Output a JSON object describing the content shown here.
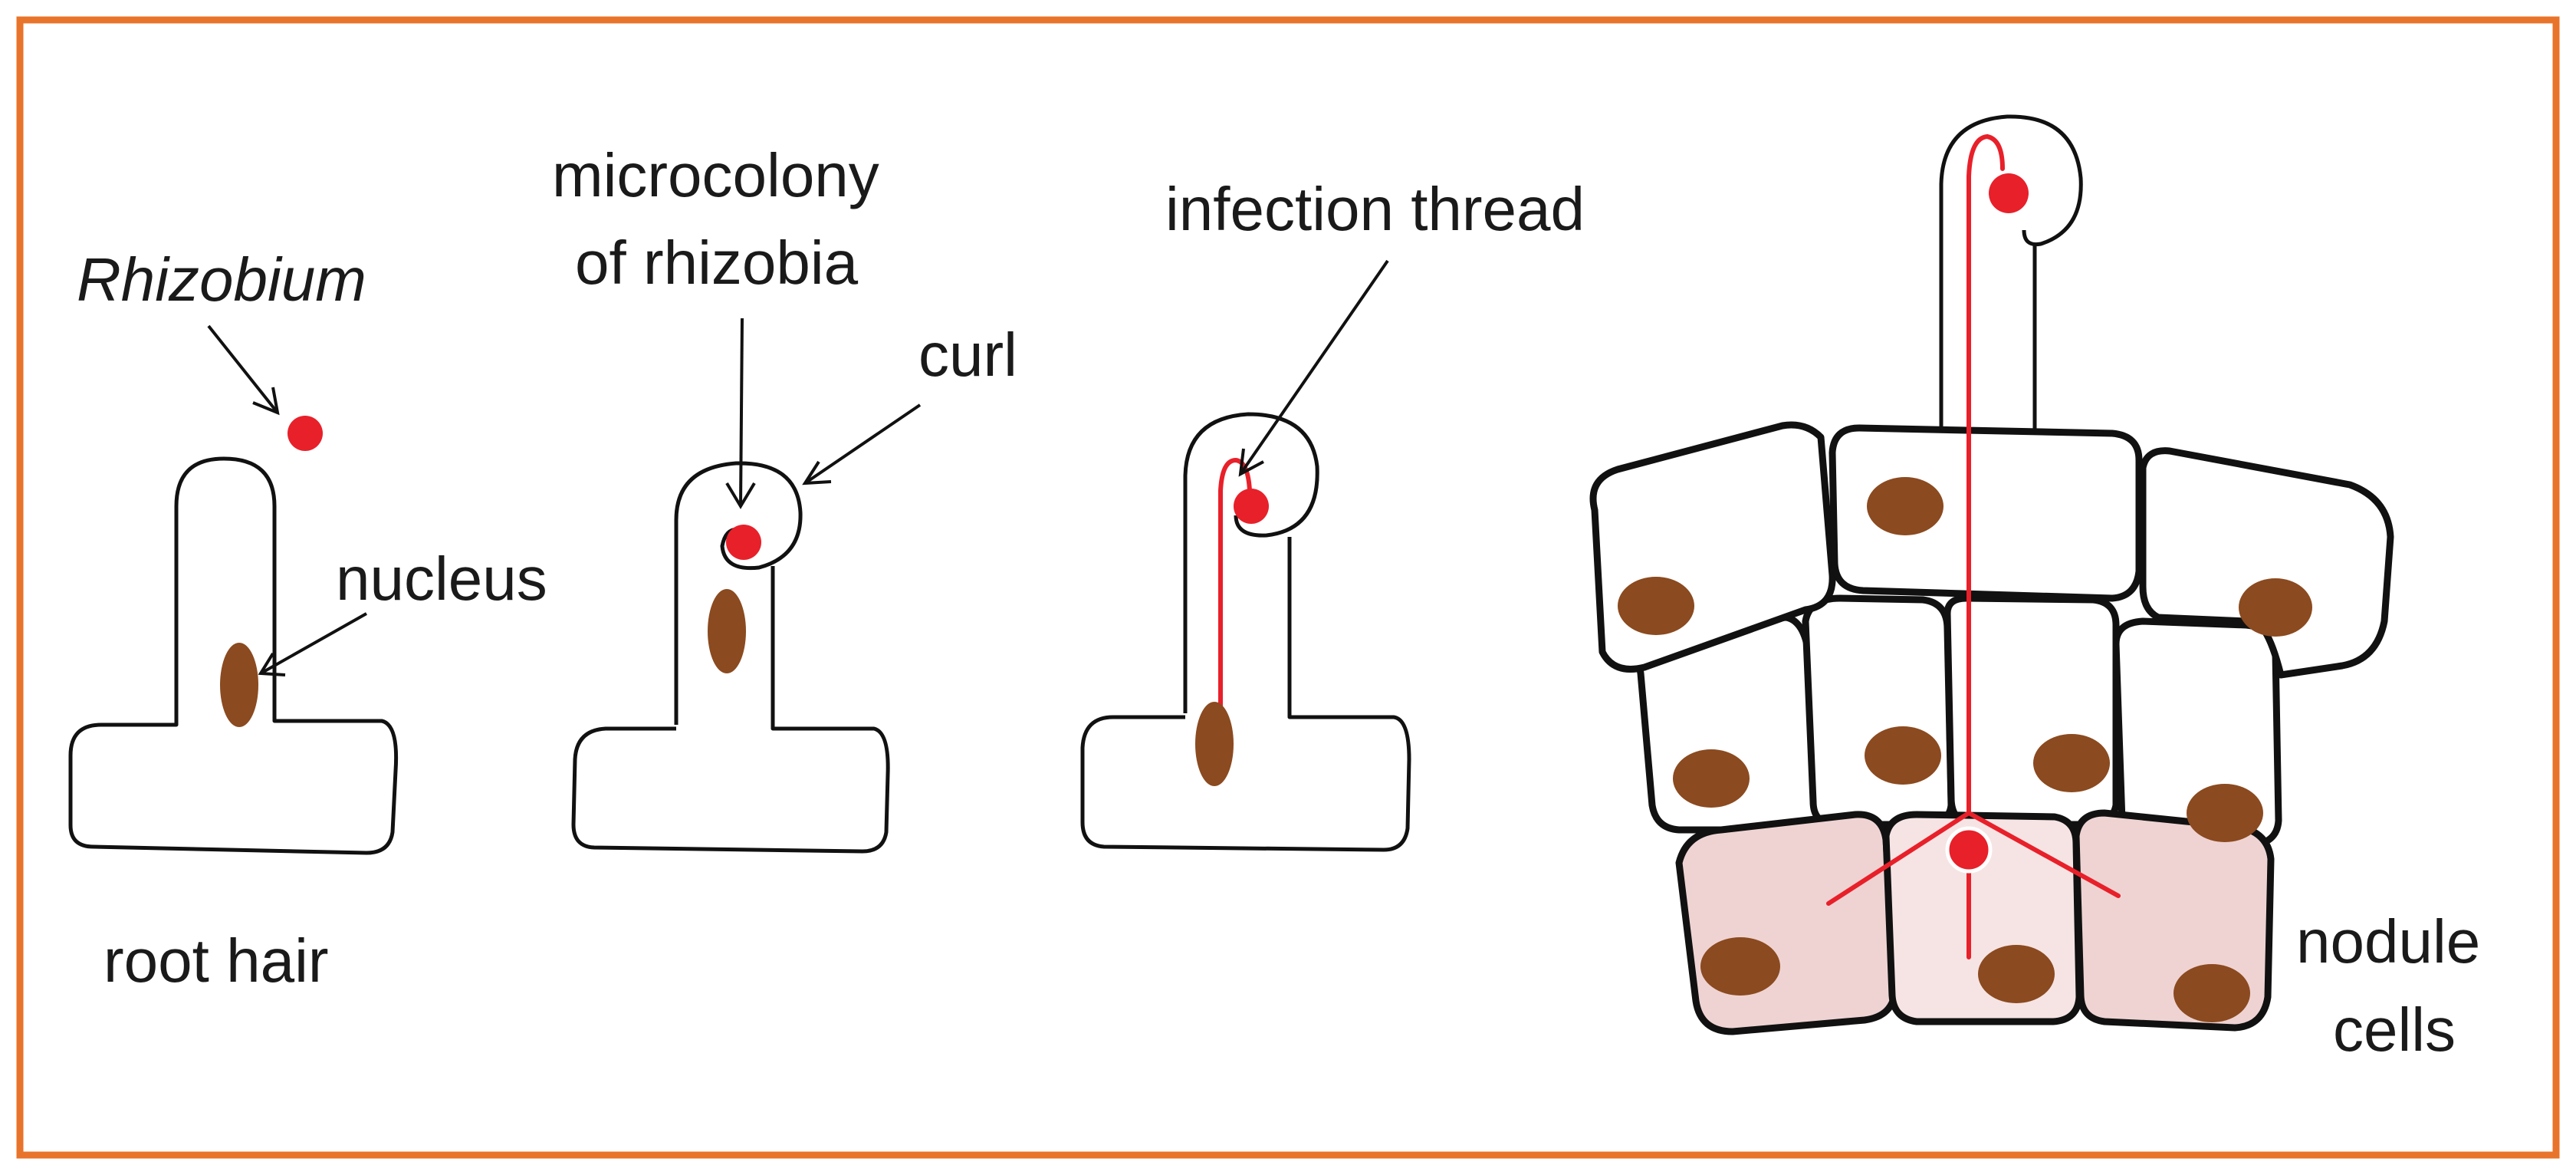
{
  "labels": {
    "rhizobium": "Rhizobium",
    "nucleus": "nucleus",
    "root_hair": "root hair",
    "microcolony_line1": "microcolony",
    "microcolony_line2": "of rhizobia",
    "curl": "curl",
    "infection_thread": "infection thread",
    "nodule_line1": "nodule",
    "nodule_line2": "cells"
  },
  "colors": {
    "frame": "#e8732a",
    "bacteria": "#e8202a",
    "nucleus": "#8b4a1f",
    "cell_fill": "#ffffff",
    "nodule_fill": "#efd3d3",
    "nodule_center_fill": "#f6e4e4",
    "outline": "#111111"
  }
}
